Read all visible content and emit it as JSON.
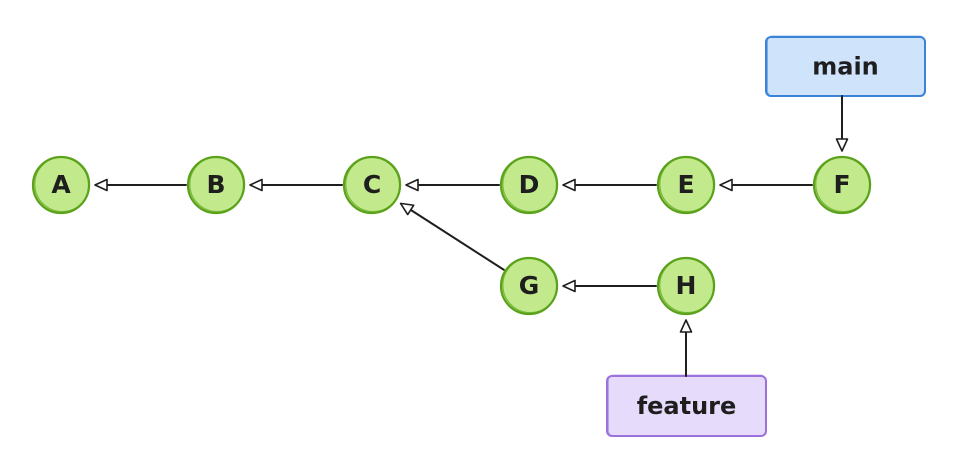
{
  "colors": {
    "commit_fill": "#c2ea8c",
    "commit_stroke": "#5ba21b",
    "edge": "#1e1e1e",
    "main_fill": "#cfe3fb",
    "main_stroke": "#3a84d8",
    "feature_fill": "#e6dbfb",
    "feature_stroke": "#9b71dc"
  },
  "commits": [
    {
      "id": "A",
      "label": "A"
    },
    {
      "id": "B",
      "label": "B"
    },
    {
      "id": "C",
      "label": "C"
    },
    {
      "id": "D",
      "label": "D"
    },
    {
      "id": "E",
      "label": "E"
    },
    {
      "id": "F",
      "label": "F"
    },
    {
      "id": "G",
      "label": "G"
    },
    {
      "id": "H",
      "label": "H"
    }
  ],
  "edges": [
    {
      "from": "B",
      "to": "A"
    },
    {
      "from": "C",
      "to": "B"
    },
    {
      "from": "D",
      "to": "C"
    },
    {
      "from": "E",
      "to": "D"
    },
    {
      "from": "F",
      "to": "E"
    },
    {
      "from": "G",
      "to": "C"
    },
    {
      "from": "H",
      "to": "G"
    }
  ],
  "branches": [
    {
      "id": "main",
      "label": "main",
      "points_to": "F"
    },
    {
      "id": "feature",
      "label": "feature",
      "points_to": "H"
    }
  ]
}
